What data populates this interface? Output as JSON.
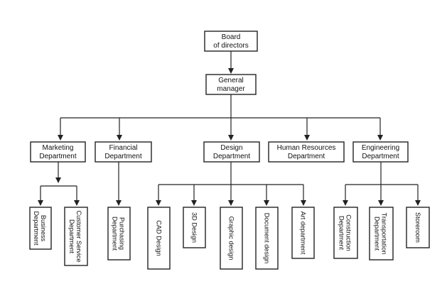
{
  "nodes": {
    "board": [
      "Board",
      "of  directors"
    ],
    "gm": [
      "General",
      "manager"
    ],
    "marketing": [
      "Marketing",
      "Department"
    ],
    "financial": [
      "Financial",
      "Department"
    ],
    "design": [
      "Design",
      "Department"
    ],
    "hr": [
      "Human Resources",
      "Department"
    ],
    "engineering": [
      "Engineering",
      "Department"
    ],
    "business": [
      "Business",
      "Department"
    ],
    "customer": [
      "Customer Service",
      "Department"
    ],
    "purchasing": [
      "Purchasing",
      "Department"
    ],
    "cad": [
      "CAD Design"
    ],
    "d3": [
      "3D Design"
    ],
    "graphic": [
      "Graphic design"
    ],
    "document": [
      "Document design"
    ],
    "art": [
      "Art department"
    ],
    "construction": [
      "Construction",
      "Department"
    ],
    "transportation": [
      "Transportation",
      "Department"
    ],
    "storeroom": [
      "Storeroom"
    ]
  },
  "colors": {
    "line": "#222222",
    "box_fill": "#ffffff",
    "text": "#111111"
  }
}
